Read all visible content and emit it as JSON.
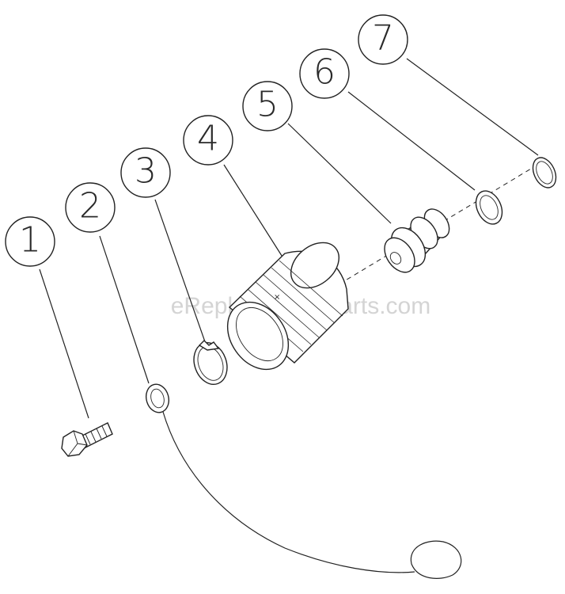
{
  "watermark": "eReplacementParts.com",
  "callouts": [
    {
      "label": "1",
      "part": "hex-bolt"
    },
    {
      "label": "2",
      "part": "tether-cord"
    },
    {
      "label": "3",
      "part": "retaining-ring"
    },
    {
      "label": "4",
      "part": "filter-element"
    },
    {
      "label": "5",
      "part": "valve-fitting"
    },
    {
      "label": "6",
      "part": "washer-large"
    },
    {
      "label": "7",
      "part": "washer-small"
    }
  ]
}
